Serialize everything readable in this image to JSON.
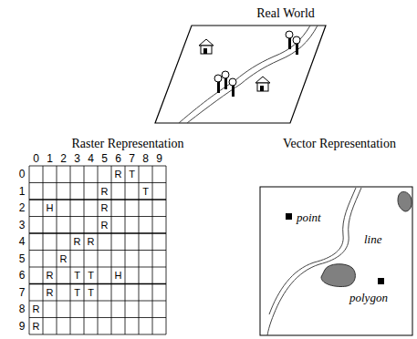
{
  "diagram": {
    "labels": [
      "Real World",
      "Raster Representation",
      "Vector Representation",
      "0",
      "1",
      "2",
      "3",
      "4",
      "5",
      "6",
      "7",
      "8",
      "9",
      "0",
      "1",
      "2",
      "3",
      "4",
      "5",
      "6",
      "7",
      "8",
      "9",
      "R",
      "T",
      "R",
      "T",
      "H",
      "R",
      "R",
      "R",
      "R",
      "R",
      "R",
      "T",
      "T",
      "H",
      "R",
      "T",
      "T",
      "R",
      "R",
      "point",
      "line",
      "polygon"
    ]
  }
}
